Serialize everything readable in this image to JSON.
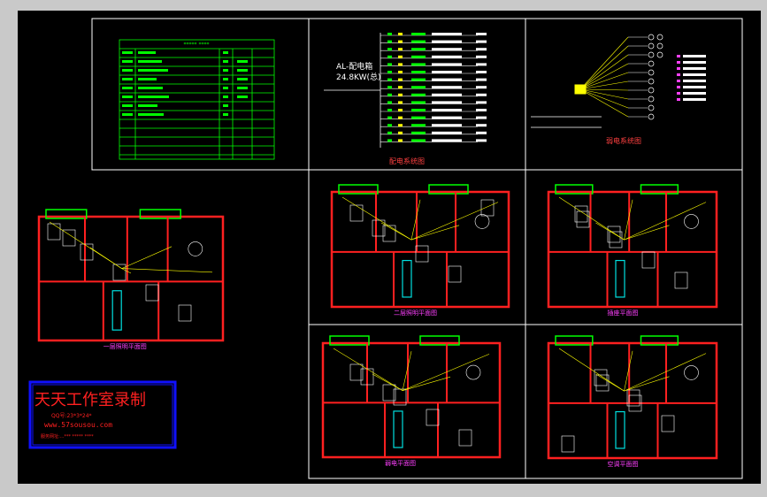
{
  "colors": {
    "background": "#000000",
    "chrome": "#c9c9c9",
    "frame": "#ffffff",
    "wall": "#ff2020",
    "wall_inner": "#00e0e0",
    "furniture": "#ffffff",
    "wiring": "#ffff00",
    "table_line": "#00ff00",
    "logo_box": "#1010ff",
    "logo_text": "#ff2020"
  },
  "panels": {
    "table": {
      "title": "***** ****"
    },
    "distribution": {
      "label_line1": "AL-配电箱",
      "label_line2": "24.8KW(总)",
      "caption": "配电系统图",
      "circuit_count": 15
    },
    "weak": {
      "caption": "弱电系统图",
      "outlet_count": 10
    },
    "plans": [
      {
        "id": "plan-left",
        "caption": "一层照明平面图"
      },
      {
        "id": "plan-mid-top",
        "caption": "二层照明平面图"
      },
      {
        "id": "plan-right-top",
        "caption": "插座平面图"
      },
      {
        "id": "plan-mid-bottom",
        "caption": "弱电平面图"
      },
      {
        "id": "plan-right-bottom",
        "caption": "空调平面图"
      }
    ]
  },
  "logo": {
    "title": "天天工作室录制",
    "line2": "QQ号:23*3*24*",
    "url": "www.57sousou.com",
    "line4": "服务网址:...*** ***** ****"
  }
}
